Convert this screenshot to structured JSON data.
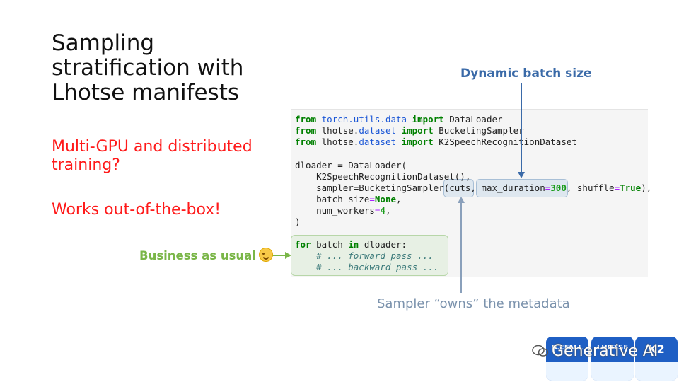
{
  "slide": {
    "title_lines": [
      "Sampling",
      "stratification with",
      "Lhotse manifests"
    ],
    "bullet1_lines": [
      "Multi-GPU and distributed",
      "training?"
    ],
    "bullet2": "Works out-of-the-box!"
  },
  "code": {
    "l1": {
      "k1": "from",
      "mod": "torch.utils.data",
      "k2": "import",
      "name": "DataLoader"
    },
    "l2": {
      "k1": "from",
      "mod_a": "lhotse.",
      "mod_b": "dataset",
      "k2": "import",
      "name": "BucketingSampler"
    },
    "l3": {
      "k1": "from",
      "mod_a": "lhotse.",
      "mod_b": "dataset",
      "k2": "import",
      "name": "K2SpeechRecognitionDataset"
    },
    "l4": "dloader = DataLoader(",
    "l5": "    K2SpeechRecognitionDataset(),",
    "l6": {
      "a": "    sampler=BucketingSampler(",
      "b": "cuts",
      "c": ", ",
      "d": "max_duration",
      "e": "=",
      "f": "300",
      "g": ", shuffle",
      "h": "=",
      "i": "True",
      "j": "),"
    },
    "l7": {
      "a": "    batch_size",
      "b": "=",
      "c": "None",
      "d": ","
    },
    "l8": {
      "a": "    num_workers",
      "b": "=",
      "c": "4",
      "d": ","
    },
    "l9": ")",
    "l10": {
      "k1": "for",
      "a": " batch ",
      "k2": "in",
      "b": " dloader:"
    },
    "l11": "    # ... forward pass ...",
    "l12": "    # ... backward pass ..."
  },
  "annotations": {
    "dynamic_batch": "Dynamic batch size",
    "sampler_owns": "Sampler “owns” the metadata",
    "business": "Business as usual"
  },
  "watermark": {
    "text": "Generative AI",
    "logo1": "ICEFALL",
    "logo2": "LHOTSE",
    "logo3": "K2"
  },
  "colors": {
    "red_text": "#ff1a1a",
    "blue_label": "#3a6aa8",
    "grey_label": "#7c93ad",
    "green_label": "#7ab648"
  },
  "icons": [
    "winking-face-emoji",
    "wechat-icon"
  ]
}
